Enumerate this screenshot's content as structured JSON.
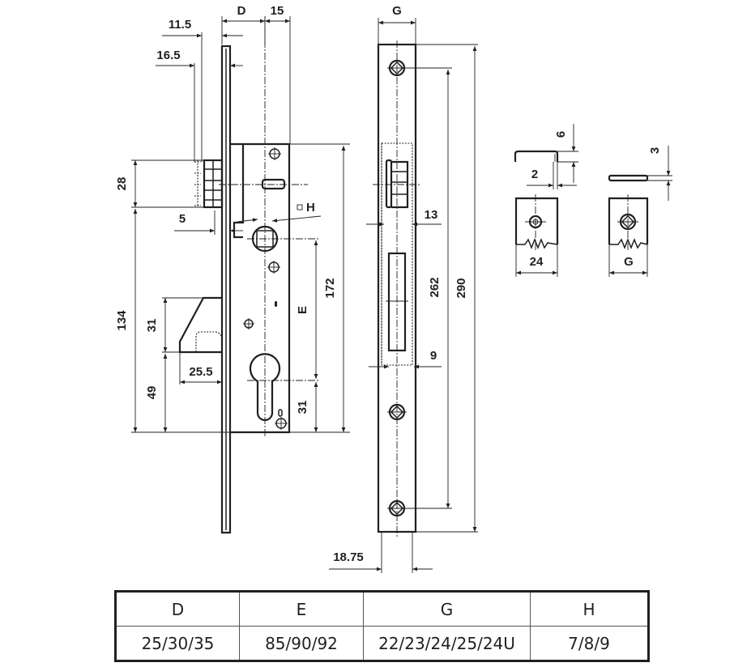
{
  "drawing": {
    "title": "Mortise lock dimension drawing",
    "lock_body": {
      "dims": {
        "d_label": "D",
        "backset_label": "15",
        "faceplate_offset_1": "11.5",
        "faceplate_offset_2": "16.5",
        "latch_height": "28",
        "latch_offset": "5",
        "spindle_label": "H",
        "overall_134": "134",
        "deadbolt_31": "31",
        "deadbolt_49": "49",
        "deadbolt_throw": "25.5",
        "body_height": "172",
        "center_distance": "E",
        "cylinder_31": "31"
      }
    },
    "strike_plate": {
      "dims": {
        "width_label": "G",
        "latch_13": "13",
        "slot_9": "9",
        "hole_spacing": "262",
        "total_length": "290",
        "plate_width": "18.75"
      }
    },
    "clips": {
      "u_clip": {
        "height": "6",
        "thickness": "2",
        "width": "24"
      },
      "flat_clip": {
        "thickness": "3",
        "width": "G"
      }
    }
  },
  "spec_table": {
    "headers": [
      "D",
      "E",
      "G",
      "H"
    ],
    "values": [
      "25/30/35",
      "85/90/92",
      "22/23/24/25/24U",
      "7/8/9"
    ]
  }
}
